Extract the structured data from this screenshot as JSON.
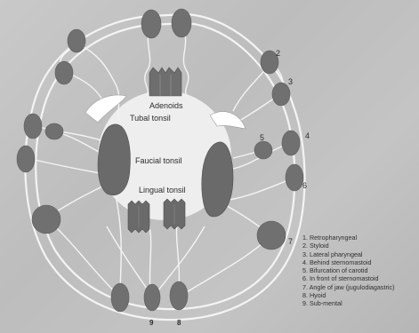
{
  "tonsil_labels": {
    "adenoids": "Adenoids",
    "tubal": "Tubal tonsil",
    "faucial": "Faucial tonsil",
    "lingual": "Lingual tonsil"
  },
  "node_numbers": [
    "2",
    "3",
    "4",
    "5",
    "6",
    "7",
    "9",
    "8"
  ],
  "legend": [
    "1. Retropharyngeal",
    "2. Styloid",
    "3. Lateral pharyngeal",
    "4. Behind sternomastoid",
    "5. Bifurcation of carotid",
    "6. In front of sternomastoid",
    "7. Angle of jaw (jugulodiagastric)",
    "8. Hyoid",
    "9. Sub-mental"
  ],
  "colors": {
    "background": "#c4c4c4",
    "inner_area": "#eeeeee",
    "node_fill": "#707070",
    "vessel_line": "#f4f4f4",
    "tubal_tonsil": "#ffffff"
  }
}
